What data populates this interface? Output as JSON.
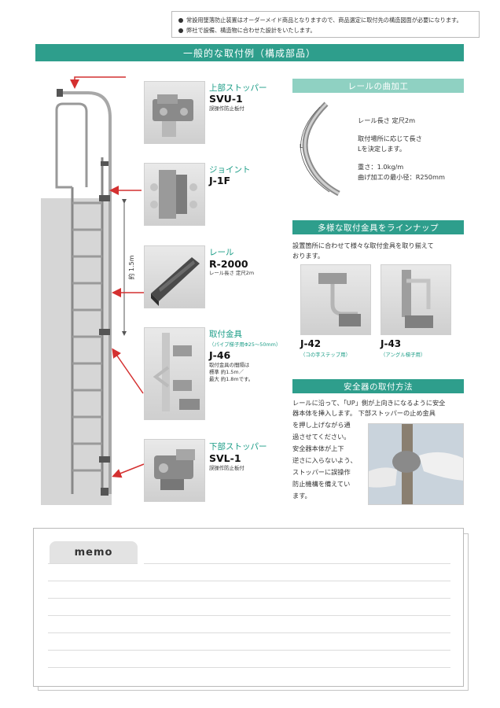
{
  "notice": {
    "lines": [
      "常設用墜落防止装置はオーダーメイド商品となりますので、商品選定に取付先の構造図面が必要になります。",
      "弊社で設備、構造物に合わせた設計をいたします。"
    ]
  },
  "banner": {
    "title": "一般的な取付例（構成部品）"
  },
  "diagram": {
    "spacing_label": "約 1.5m"
  },
  "parts": [
    {
      "title": "上部ストッパー",
      "code": "SVU-1",
      "notes": [
        "誤操作防止板付"
      ]
    },
    {
      "title": "ジョイント",
      "code": "J-1F",
      "notes": []
    },
    {
      "title": "レール",
      "code": "R-2000",
      "notes": [
        "レール長さ 定尺2m"
      ]
    },
    {
      "title": "取付金具",
      "subtitle": "（パイプ梯子用Φ25～50mm）",
      "code": "J-46",
      "notes": [
        "取付金具の間隔は",
        "標準 約1.5m／",
        "最大 約1.8mです。"
      ]
    },
    {
      "title": "下部ストッパー",
      "code": "SVL-1",
      "notes": [
        "誤操作防止板付"
      ]
    }
  ],
  "rail_bending": {
    "heading": "レールの曲加工",
    "L_label": "L",
    "lines": [
      "レール長さ 定尺2m",
      "取付場所に応じて長さ",
      "Lを決定します。",
      "重さ：1.0kg/m",
      "曲げ加工の最小径：R250mm"
    ]
  },
  "fittings": {
    "heading": "多様な取付金具をラインナップ",
    "intro": [
      "設置箇所に合わせて様々な取付金具を取り揃えて",
      "おります。"
    ],
    "items": [
      {
        "code": "J-42",
        "caption": "（コの字ステップ用）"
      },
      {
        "code": "J-43",
        "caption": "（アングル梯子用）"
      }
    ]
  },
  "install": {
    "heading": "安全器の取付方法",
    "full_lines": [
      "レールに沿って、「UP」側が上向きになるように安全",
      "器本体を挿入します。 下部ストッパーの止め金具"
    ],
    "lines": [
      "を押し上げながら通",
      "過させてください。",
      "安全器本体が上下",
      "逆さに入らないよう、",
      "ストッパーに誤操作",
      "防止機構を備えてい",
      "ます。"
    ]
  },
  "memo": {
    "label": "memo"
  },
  "colors": {
    "accent": "#2e9e8c",
    "accent_light": "#8fd1c2",
    "title_text": "#1a9c86",
    "arrow": "#d43030"
  }
}
